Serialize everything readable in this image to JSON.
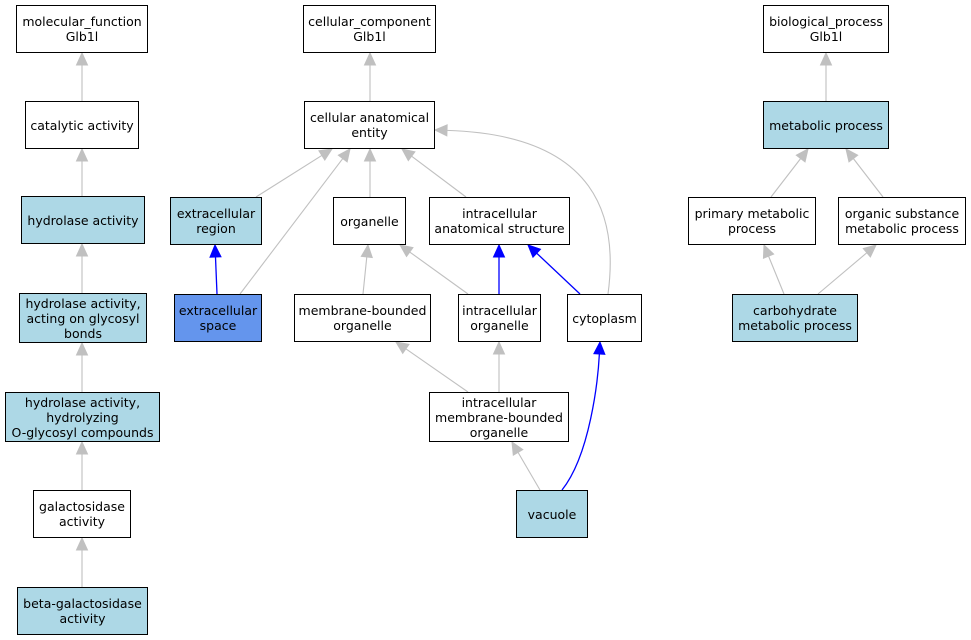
{
  "colors": {
    "plain": "#ffffff",
    "highlight": "#add8e6",
    "selected": "#6495ed",
    "edge_gray": "#c0c0c0",
    "edge_blue": "#0000ff",
    "border": "#000000"
  },
  "nodes": {
    "mf_root": {
      "label": "molecular_function\nGlb1l",
      "fill": "plain"
    },
    "catalytic": {
      "label": "catalytic activity",
      "fill": "plain"
    },
    "hydrolase": {
      "label": "hydrolase activity",
      "fill": "highlight"
    },
    "hyd_glyc": {
      "label": "hydrolase activity,\nacting on glycosyl\nbonds",
      "fill": "highlight"
    },
    "hyd_oglyc": {
      "label": "hydrolase activity,\nhydrolyzing\nO-glycosyl compounds",
      "fill": "highlight"
    },
    "galactosid": {
      "label": "galactosidase\nactivity",
      "fill": "plain"
    },
    "beta_gal": {
      "label": "beta-galactosidase\nactivity",
      "fill": "highlight"
    },
    "cc_root": {
      "label": "cellular_component\nGlb1l",
      "fill": "plain"
    },
    "cae": {
      "label": "cellular anatomical\nentity",
      "fill": "plain"
    },
    "ext_region": {
      "label": "extracellular\nregion",
      "fill": "highlight"
    },
    "ext_space": {
      "label": "extracellular\nspace",
      "fill": "selected"
    },
    "organelle": {
      "label": "organelle",
      "fill": "plain"
    },
    "ias": {
      "label": "intracellular\nanatomical structure",
      "fill": "plain"
    },
    "mbo": {
      "label": "membrane-bounded\norganelle",
      "fill": "plain"
    },
    "icorg": {
      "label": "intracellular\norganelle",
      "fill": "plain"
    },
    "cytoplasm": {
      "label": "cytoplasm",
      "fill": "plain"
    },
    "imbo": {
      "label": "intracellular\nmembrane-bounded\norganelle",
      "fill": "plain"
    },
    "vacuole": {
      "label": "vacuole",
      "fill": "highlight"
    },
    "bp_root": {
      "label": "biological_process\nGlb1l",
      "fill": "plain"
    },
    "metabolic": {
      "label": "metabolic process",
      "fill": "highlight"
    },
    "primary": {
      "label": "primary metabolic\nprocess",
      "fill": "plain"
    },
    "organic": {
      "label": "organic substance\nmetabolic process",
      "fill": "plain"
    },
    "carb": {
      "label": "carbohydrate\nmetabolic process",
      "fill": "highlight"
    }
  },
  "edges": [
    {
      "from": "catalytic",
      "to": "mf_root",
      "kind": "gray"
    },
    {
      "from": "hydrolase",
      "to": "catalytic",
      "kind": "gray"
    },
    {
      "from": "hyd_glyc",
      "to": "hydrolase",
      "kind": "gray"
    },
    {
      "from": "hyd_oglyc",
      "to": "hyd_glyc",
      "kind": "gray"
    },
    {
      "from": "galactosid",
      "to": "hyd_oglyc",
      "kind": "gray"
    },
    {
      "from": "beta_gal",
      "to": "galactosid",
      "kind": "gray"
    },
    {
      "from": "cae",
      "to": "cc_root",
      "kind": "gray"
    },
    {
      "from": "ext_region",
      "to": "cae",
      "kind": "gray"
    },
    {
      "from": "ext_space",
      "to": "cae",
      "kind": "gray"
    },
    {
      "from": "organelle",
      "to": "cae",
      "kind": "gray"
    },
    {
      "from": "ias",
      "to": "cae",
      "kind": "gray"
    },
    {
      "from": "cytoplasm",
      "to": "cae",
      "kind": "gray"
    },
    {
      "from": "ext_space",
      "to": "ext_region",
      "kind": "blue"
    },
    {
      "from": "mbo",
      "to": "organelle",
      "kind": "gray"
    },
    {
      "from": "icorg",
      "to": "organelle",
      "kind": "gray"
    },
    {
      "from": "icorg",
      "to": "ias",
      "kind": "blue"
    },
    {
      "from": "cytoplasm",
      "to": "ias",
      "kind": "blue"
    },
    {
      "from": "imbo",
      "to": "mbo",
      "kind": "gray"
    },
    {
      "from": "imbo",
      "to": "icorg",
      "kind": "gray"
    },
    {
      "from": "vacuole",
      "to": "imbo",
      "kind": "gray"
    },
    {
      "from": "vacuole",
      "to": "cytoplasm",
      "kind": "blue"
    },
    {
      "from": "metabolic",
      "to": "bp_root",
      "kind": "gray"
    },
    {
      "from": "primary",
      "to": "metabolic",
      "kind": "gray"
    },
    {
      "from": "organic",
      "to": "metabolic",
      "kind": "gray"
    },
    {
      "from": "carb",
      "to": "primary",
      "kind": "gray"
    },
    {
      "from": "carb",
      "to": "organic",
      "kind": "gray"
    }
  ]
}
